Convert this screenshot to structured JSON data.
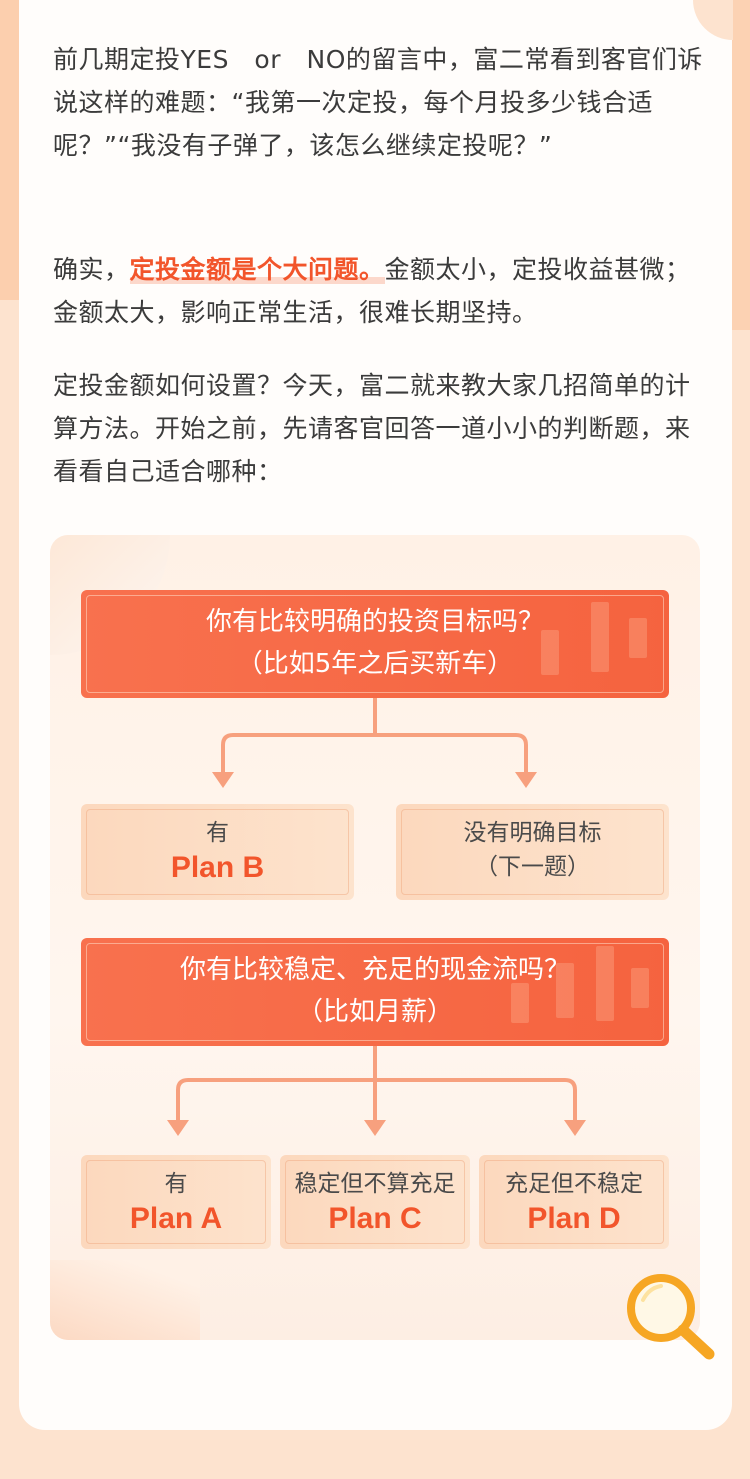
{
  "intro": {
    "p1": "前几期定投YES　or　NO的留言中，富二常看到客官们诉说这样的难题：“我第一次定投，每个月投多少钱合适呢？”“我没有子弹了，该怎么继续定投呢？”",
    "p2_before": "确实，",
    "p2_highlight": "定投金额是个大问题。",
    "p2_after": "金额太小，定投收益甚微；金额太大，影响正常生活，很难长期坚持。",
    "p3": "定投金额如何设置？今天，富二就来教大家几招简单的计算方法。开始之前，先请客官回答一道小小的判断题，来看看自己适合哪种："
  },
  "flow": {
    "q1": {
      "line1": "你有比较明确的投资目标吗？",
      "line2": "（比如5年之后买新车）"
    },
    "q1_answers": [
      {
        "top": "有",
        "plan": "Plan B"
      },
      {
        "top": "没有明确目标",
        "sub": "（下一题）"
      }
    ],
    "q2": {
      "line1": "你有比较稳定、充足的现金流吗？",
      "line2": "（比如月薪）"
    },
    "q2_answers": [
      {
        "top": "有",
        "plan": "Plan A"
      },
      {
        "top": "稳定但不算充足",
        "plan": "Plan C"
      },
      {
        "top": "充足但不稳定",
        "plan": "Plan D"
      }
    ]
  },
  "colors": {
    "accent": "#f2552b",
    "question_bg": "#f5633f",
    "answer_bg": "#fde0c8",
    "connector": "#f7a07e"
  },
  "icons": [
    "magnifier-icon"
  ]
}
